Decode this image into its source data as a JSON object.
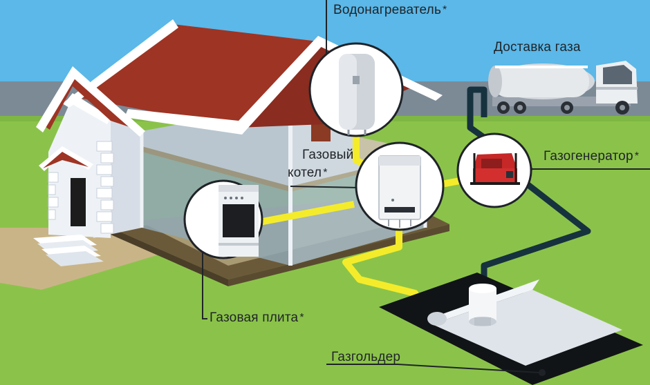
{
  "labels": {
    "water_heater": "Водонагреватель",
    "gas_delivery": "Доставка газа",
    "gas_boiler_line1": "Газовый",
    "gas_boiler_line2": "котел",
    "gas_generator": "Газогенератор",
    "gas_stove": "Газовая плита",
    "gas_holder": "Газгольдер",
    "asterisk": "*"
  },
  "colors": {
    "sky": "#5bb8e8",
    "grass": "#8bc34a",
    "road": "#7c8a96",
    "roof": "#9e3424",
    "wall": "#e9eef4",
    "gas_pipe": "#f4ec2a",
    "supply_pipe": "#16323e",
    "callout_line": "#1f2328"
  },
  "icons": {
    "water_heater": "boiler-tank-icon",
    "gas_boiler": "wall-boiler-icon",
    "gas_generator": "generator-icon",
    "gas_stove": "stove-icon",
    "gas_holder": "tank-icon",
    "gas_delivery": "tanker-truck-icon"
  }
}
